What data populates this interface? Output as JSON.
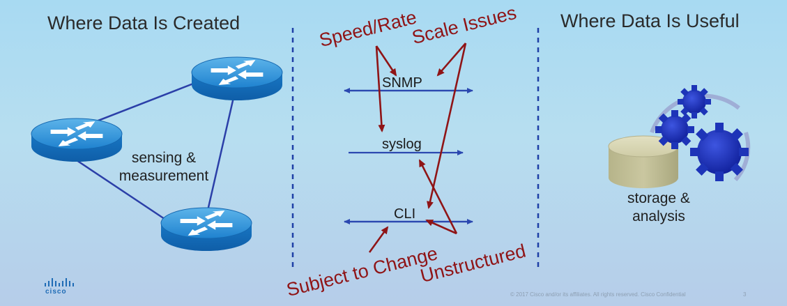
{
  "left": {
    "title": "Where Data Is Created",
    "caption_line1": "sensing &",
    "caption_line2": "measurement"
  },
  "right": {
    "title": "Where Data Is Useful",
    "caption_line1": "storage &",
    "caption_line2": "analysis"
  },
  "protocols": {
    "snmp": "SNMP",
    "syslog": "syslog",
    "cli": "CLI"
  },
  "issues": {
    "speed_rate": "Speed/Rate",
    "scale": "Scale Issues",
    "subject_to_change": "Subject to Change",
    "unstructured": "Unstructured"
  },
  "footer": {
    "copyright": "© 2017  Cisco and/or its affiliates. All rights reserved.   Cisco Confidential",
    "page_number": "3",
    "logo": "cisco"
  },
  "colors": {
    "router_top": "#2f8fd6",
    "router_side": "#1268b3",
    "link_line": "#2b3fa8",
    "protocol_arrow": "#2b48b0",
    "issue_red": "#8f1416",
    "gear": "#1d34b8",
    "cylinder": "#c4c29a"
  }
}
